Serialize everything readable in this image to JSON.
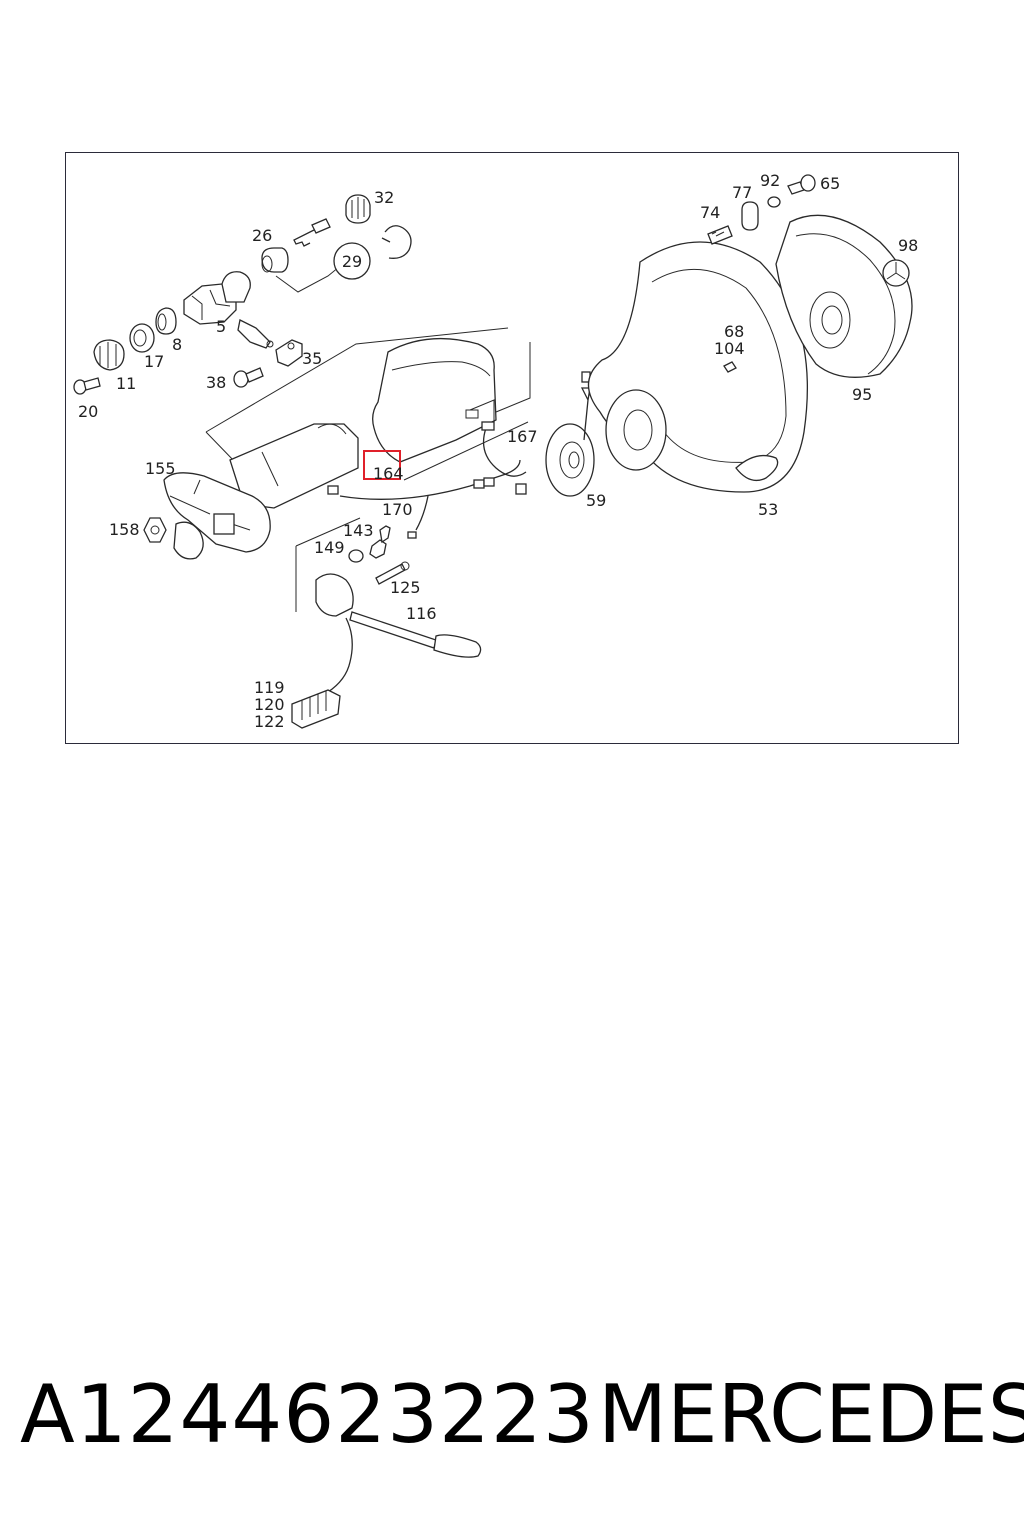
{
  "diagram": {
    "callouts": {
      "c32": "32",
      "c26": "26",
      "c29": "29",
      "c5": "5",
      "c17": "17",
      "c8": "8",
      "c11": "11",
      "c20": "20",
      "c38": "38",
      "c35": "35",
      "c155": "155",
      "c158": "158",
      "c164": "164",
      "c170": "170",
      "c167": "167",
      "c143": "143",
      "c149": "149",
      "c125": "125",
      "c116": "116",
      "c119": "119",
      "c120": "120",
      "c122": "122",
      "c59": "59",
      "c53": "53",
      "c68": "68",
      "c104": "104",
      "c74": "74",
      "c77": "77",
      "c92": "92",
      "c65": "65",
      "c98": "98",
      "c95": "95"
    },
    "highlighted_part": "164",
    "highlight_color": "#e0202a"
  },
  "footer": {
    "part_number": "A1244623223",
    "brand": "MERCEDES"
  }
}
